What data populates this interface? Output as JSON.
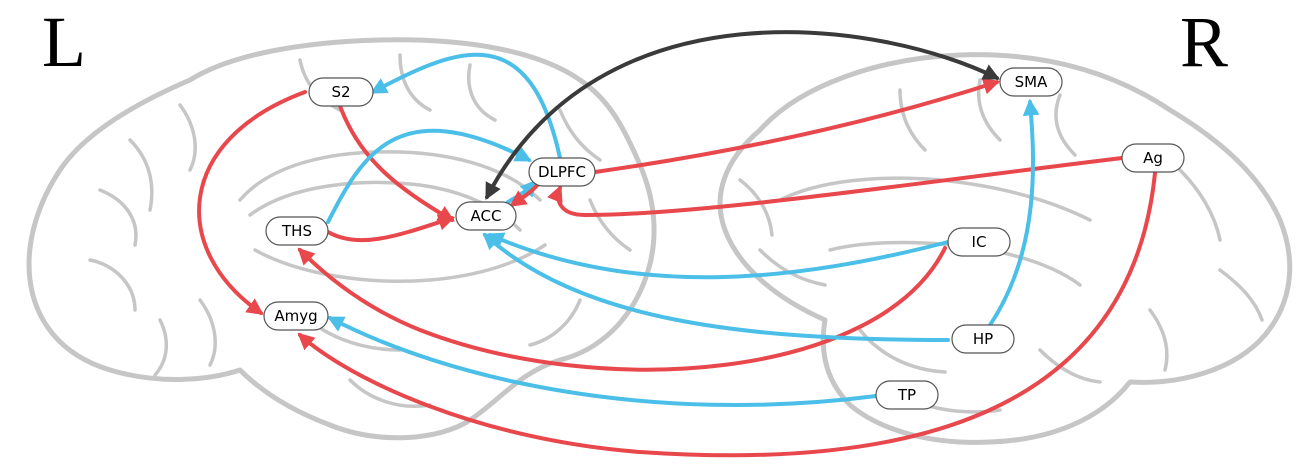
{
  "hemispheres": {
    "left": "L",
    "right": "R"
  },
  "colors": {
    "red": "#e8474c",
    "blue": "#4bbfe8",
    "black": "#3a3a3a",
    "brain": "#c6c6c6"
  },
  "nodes": {
    "S2": "S2",
    "DLPFC": "DLPFC",
    "ACC": "ACC",
    "THS": "THS",
    "Amyg": "Amyg",
    "SMA": "SMA",
    "Ag": "Ag",
    "IC": "IC",
    "HP": "HP",
    "TP": "TP"
  },
  "connections": [
    {
      "from": "DLPFC",
      "to": "S2",
      "color": "blue"
    },
    {
      "from": "S2",
      "to": "ACC",
      "color": "red"
    },
    {
      "from": "S2",
      "to": "Amyg",
      "color": "red"
    },
    {
      "from": "THS",
      "to": "DLPFC",
      "color": "blue"
    },
    {
      "from": "THS",
      "to": "ACC",
      "color": "red"
    },
    {
      "from": "ACC",
      "to": "DLPFC",
      "color": "blue"
    },
    {
      "from": "DLPFC",
      "to": "ACC",
      "color": "red"
    },
    {
      "from": "DLPFC",
      "to": "SMA",
      "color": "red"
    },
    {
      "from": "SMA",
      "to": "ACC",
      "color": "black",
      "bidirectional": true
    },
    {
      "from": "Ag",
      "to": "DLPFC",
      "color": "red"
    },
    {
      "from": "Ag",
      "to": "Amyg",
      "color": "red"
    },
    {
      "from": "IC",
      "to": "ACC",
      "color": "blue"
    },
    {
      "from": "IC",
      "to": "THS",
      "color": "red"
    },
    {
      "from": "HP",
      "to": "ACC",
      "color": "blue"
    },
    {
      "from": "HP",
      "to": "SMA",
      "color": "blue"
    },
    {
      "from": "TP",
      "to": "Amyg",
      "color": "blue"
    }
  ]
}
